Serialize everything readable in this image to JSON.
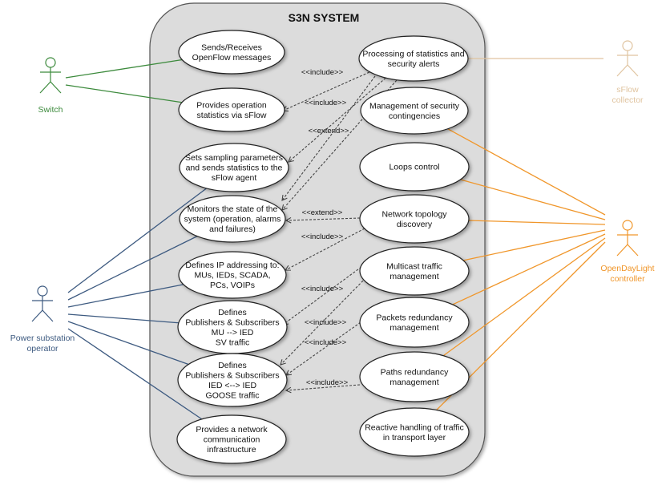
{
  "system": {
    "title": "S3N SYSTEM"
  },
  "colors": {
    "switch": "#3c8a3c",
    "sflow": "#e0c4a0",
    "opendaylight": "#f0962a",
    "operator": "#3d5a80",
    "boundary_fill": "#dcdcdc",
    "usecase_fill": "#ffffff"
  },
  "actors": [
    {
      "id": "switch",
      "label": [
        "Switch"
      ]
    },
    {
      "id": "sflow",
      "label": [
        "sFlow",
        "collector"
      ]
    },
    {
      "id": "opendaylight",
      "label": [
        "OpenDayLight",
        "controller"
      ]
    },
    {
      "id": "operator",
      "label": [
        "Power substation",
        "operator"
      ]
    }
  ],
  "usecases": [
    {
      "id": "sends-receives-openflow",
      "lines": [
        "Sends/Receives",
        "OpenFlow messages"
      ]
    },
    {
      "id": "provides-operation-statistics",
      "lines": [
        "Provides operation",
        "statistics via sFlow"
      ]
    },
    {
      "id": "sets-sampling-parameters",
      "lines": [
        "Sets sampling parameters",
        "and sends statistics to the",
        "sFlow agent"
      ]
    },
    {
      "id": "monitors-state",
      "lines": [
        "Monitors the state of the",
        "system (operation, alarms",
        "and failures)"
      ]
    },
    {
      "id": "defines-ip-addressing",
      "lines": [
        "Defines IP addressing to:",
        "MUs, IEDs, SCADA,",
        "PCs, VOIPs"
      ]
    },
    {
      "id": "defines-pubsub-sv",
      "lines": [
        "Defines",
        "Publishers & Subscribers",
        "MU --> IED",
        "SV traffic"
      ]
    },
    {
      "id": "defines-pubsub-goose",
      "lines": [
        "Defines",
        "Publishers & Subscribers",
        "IED <--> IED",
        "GOOSE traffic"
      ]
    },
    {
      "id": "provides-network-infrastructure",
      "lines": [
        "Provides a network",
        "communication",
        "infrastructure"
      ]
    },
    {
      "id": "processing-statistics-alerts",
      "lines": [
        "Processing of statistics and",
        "security alerts"
      ]
    },
    {
      "id": "management-security-contingencies",
      "lines": [
        "Management of security",
        "contingencies"
      ]
    },
    {
      "id": "loops-control",
      "lines": [
        "Loops control"
      ]
    },
    {
      "id": "network-topology-discovery",
      "lines": [
        "Network topology",
        "discovery"
      ]
    },
    {
      "id": "multicast-traffic-management",
      "lines": [
        "Multicast traffic",
        "management"
      ]
    },
    {
      "id": "packets-redundancy-management",
      "lines": [
        "Packets redundancy",
        "management"
      ]
    },
    {
      "id": "paths-redundancy-management",
      "lines": [
        "Paths redundancy",
        "management"
      ]
    },
    {
      "id": "reactive-handling-traffic",
      "lines": [
        "Reactive handling of traffic",
        "in transport layer"
      ]
    }
  ],
  "associations": [
    {
      "actor": "switch",
      "usecase": "sends-receives-openflow"
    },
    {
      "actor": "switch",
      "usecase": "provides-operation-statistics"
    },
    {
      "actor": "sflow",
      "usecase": "processing-statistics-alerts"
    },
    {
      "actor": "operator",
      "usecase": "sets-sampling-parameters"
    },
    {
      "actor": "operator",
      "usecase": "monitors-state"
    },
    {
      "actor": "operator",
      "usecase": "defines-ip-addressing"
    },
    {
      "actor": "operator",
      "usecase": "defines-pubsub-sv"
    },
    {
      "actor": "operator",
      "usecase": "defines-pubsub-goose"
    },
    {
      "actor": "operator",
      "usecase": "provides-network-infrastructure"
    },
    {
      "actor": "opendaylight",
      "usecase": "management-security-contingencies"
    },
    {
      "actor": "opendaylight",
      "usecase": "loops-control"
    },
    {
      "actor": "opendaylight",
      "usecase": "network-topology-discovery"
    },
    {
      "actor": "opendaylight",
      "usecase": "multicast-traffic-management"
    },
    {
      "actor": "opendaylight",
      "usecase": "packets-redundancy-management"
    },
    {
      "actor": "opendaylight",
      "usecase": "paths-redundancy-management"
    },
    {
      "actor": "opendaylight",
      "usecase": "reactive-handling-traffic"
    }
  ],
  "relationships": [
    {
      "from": "processing-statistics-alerts",
      "to": "sends-receives-openflow",
      "label": "<<include>>",
      "labelOn": "r1"
    },
    {
      "from": "processing-statistics-alerts",
      "to": "provides-operation-statistics",
      "label": "<<include>>"
    },
    {
      "from": "processing-statistics-alerts",
      "to": "sets-sampling-parameters",
      "label": "<<extend>>"
    },
    {
      "from": "processing-statistics-alerts",
      "to": "monitors-state",
      "label": ""
    },
    {
      "from": "network-topology-discovery",
      "to": "monitors-state",
      "label": "<<extend>>"
    },
    {
      "from": "network-topology-discovery",
      "to": "defines-ip-addressing",
      "label": "<<include>>"
    },
    {
      "from": "multicast-traffic-management",
      "to": "defines-pubsub-sv",
      "label": "<<include>>"
    },
    {
      "from": "multicast-traffic-management",
      "to": "defines-pubsub-goose",
      "label": "<<include>>"
    },
    {
      "from": "packets-redundancy-management",
      "to": "defines-pubsub-goose",
      "label": "<<include>>"
    },
    {
      "from": "paths-redundancy-management",
      "to": "defines-pubsub-goose",
      "label": "<<include>>"
    }
  ]
}
